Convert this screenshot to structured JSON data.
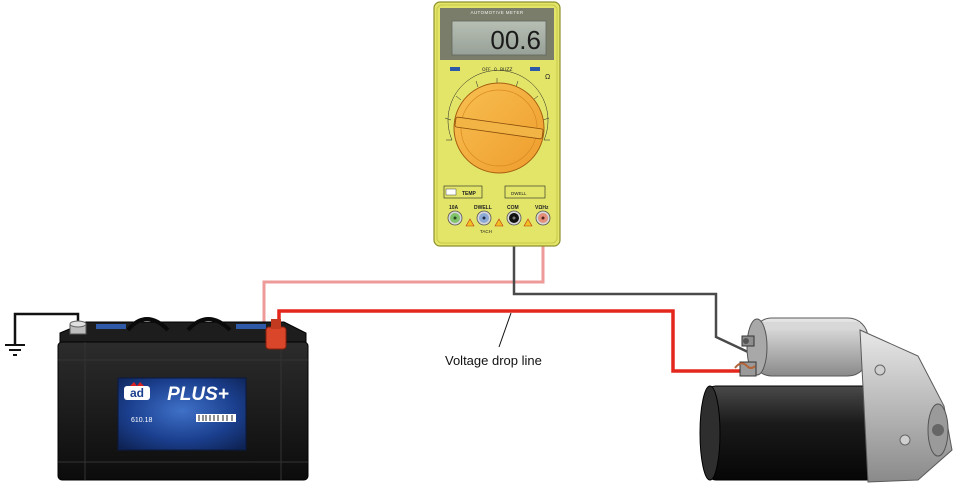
{
  "meter": {
    "brand": "AUTOMOTIVE METER",
    "display": "00.6",
    "top_labels": [
      "OFF",
      "0",
      "BUZZ",
      "Ω"
    ],
    "terminals": [
      {
        "label": "10A",
        "color": "#7fc36a"
      },
      {
        "label": "DWELL",
        "color": "#8da9d6"
      },
      {
        "label": "COM",
        "color": "#111111"
      },
      {
        "label": "VΩHz",
        "color": "#e3907c"
      }
    ],
    "sub_labels": [
      "TEMP",
      "TACH",
      "DWELL"
    ]
  },
  "battery": {
    "brand": "PLUS+",
    "logo": "ad",
    "model": "610.18"
  },
  "annotation": {
    "voltage_drop": "Voltage drop line"
  },
  "colors": {
    "meter_body": "#e3e569",
    "wire_red": "#e3271c",
    "wire_pink": "#ee9a98",
    "wire_gray": "#4a4a4a",
    "ground": "#111111"
  }
}
